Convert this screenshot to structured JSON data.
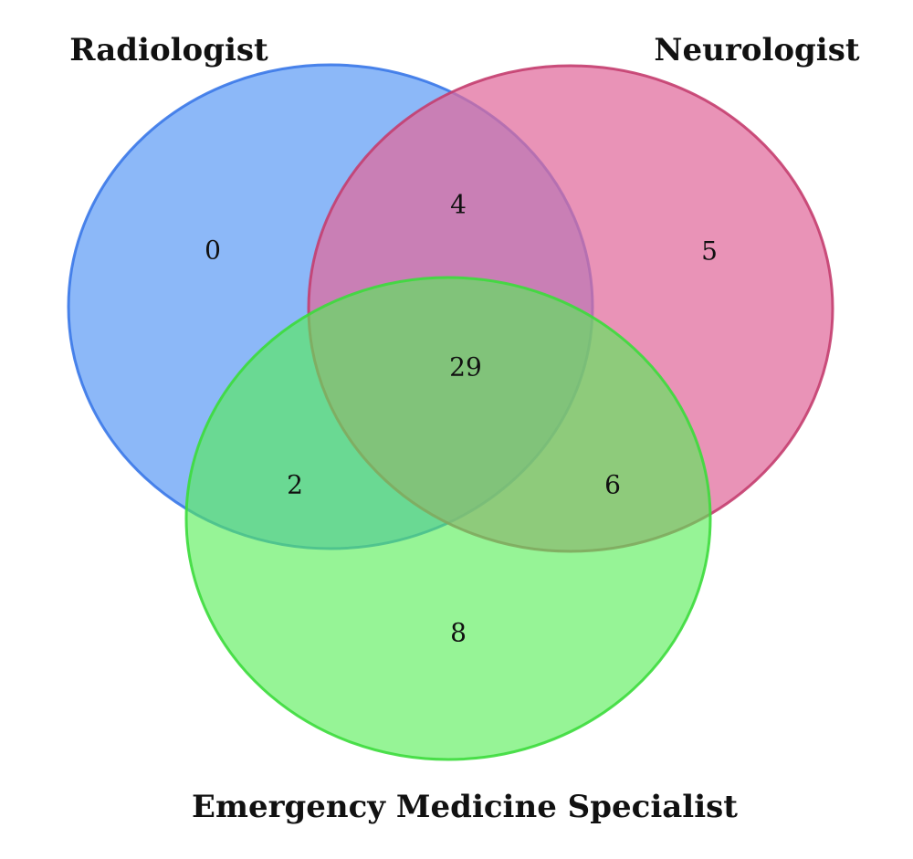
{
  "sets": [
    {
      "id": "radiologist",
      "label": "Radiologist",
      "fill": "#5f9cf5",
      "stroke": "#3a78e8"
    },
    {
      "id": "neurologist",
      "label": "Neurologist",
      "fill": "#e06a9b",
      "stroke": "#c43e6f"
    },
    {
      "id": "emergency",
      "label": "Emergency Medicine Specialist",
      "fill": "#55ee55",
      "stroke": "#3cdc3c"
    }
  ],
  "regions": {
    "radiologist_only": "0",
    "neurologist_only": "5",
    "emergency_only": "8",
    "radiologist_neurologist": "4",
    "radiologist_emergency": "2",
    "neurologist_emergency": "6",
    "all_three": "29"
  }
}
